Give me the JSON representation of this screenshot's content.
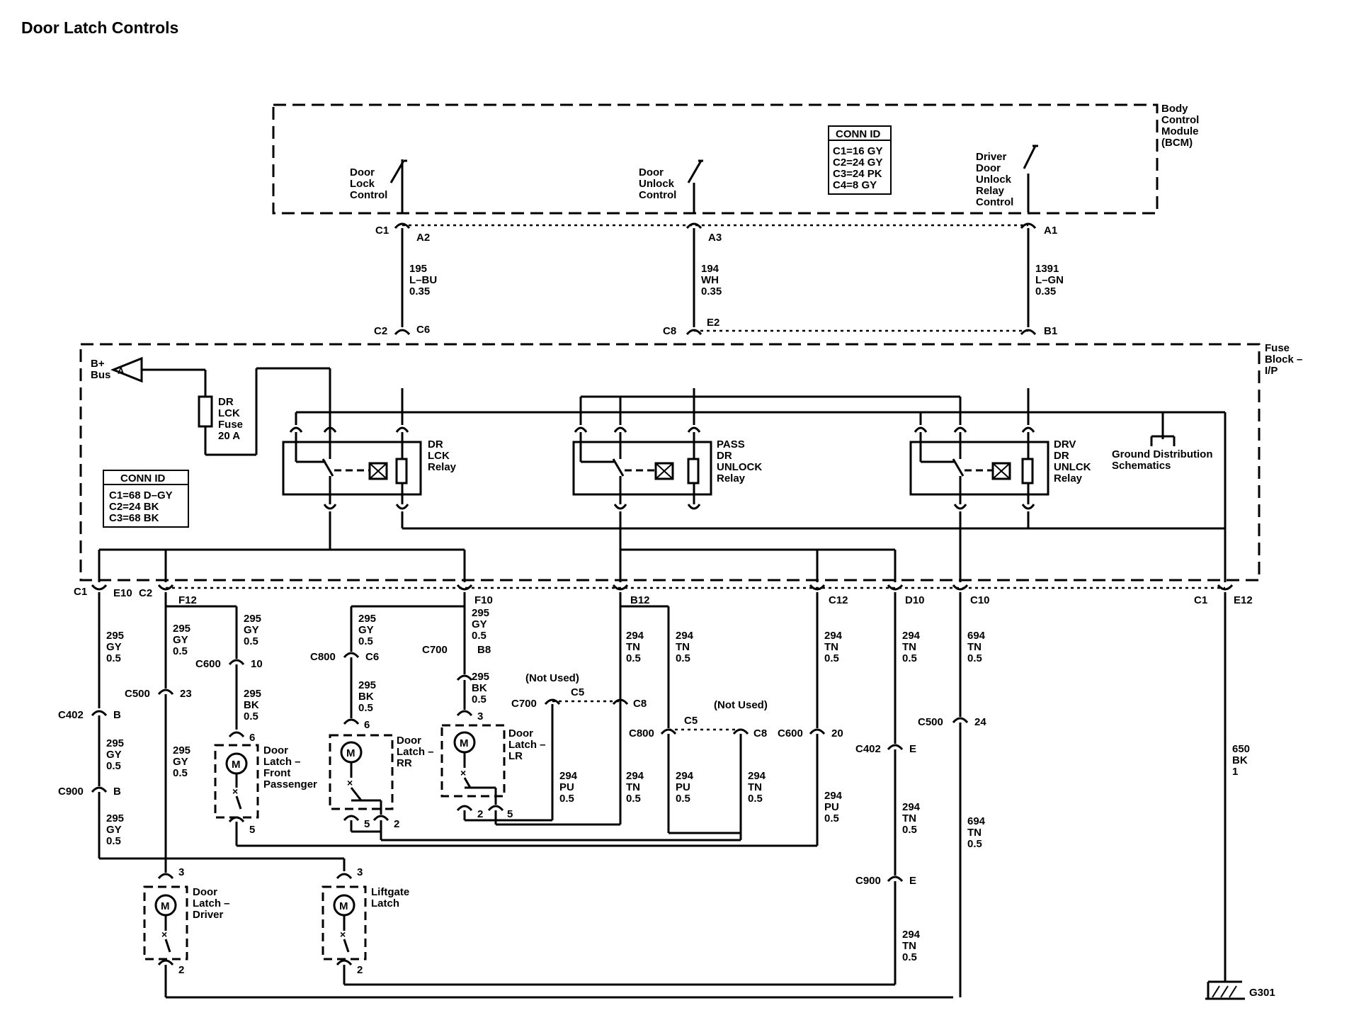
{
  "title": "Door Latch Controls",
  "bcm": {
    "label": [
      "Body",
      "Control",
      "Module",
      "(BCM)"
    ],
    "conn_id_header": "CONN ID",
    "conn_id": [
      "C1=16 GY",
      "C2=24 GY",
      "C3=24 PK",
      "C4=8 GY"
    ],
    "door_lock_control": [
      "Door",
      "Lock",
      "Control"
    ],
    "door_unlock_control": [
      "Door",
      "Unlock",
      "Control"
    ],
    "driver_unlock_relay_control": [
      "Driver",
      "Door",
      "Unlock",
      "Relay",
      "Control"
    ]
  },
  "fuse_block": {
    "label": [
      "Fuse",
      "Block –",
      "I/P"
    ],
    "conn_id_header": "CONN ID",
    "conn_id": [
      "C1=68 D–GY",
      "C2=24 BK",
      "C3=68 BK"
    ],
    "bplus_bus": [
      "B+",
      "Bus"
    ],
    "bus_tag": "A",
    "fuse": [
      "DR",
      "LCK",
      "Fuse",
      "20 A"
    ],
    "relay_lock": [
      "DR",
      "LCK",
      "Relay"
    ],
    "relay_pass": [
      "PASS",
      "DR",
      "UNLOCK",
      "Relay"
    ],
    "relay_drv": [
      "DRV",
      "DR",
      "UNLCK",
      "Relay"
    ],
    "ground_dist": [
      "Ground Distribution",
      "Schematics"
    ]
  },
  "bcm_pins": {
    "c1": "C1",
    "a2": "A2",
    "a3": "A3",
    "a1": "A1"
  },
  "wires_top": {
    "w195": [
      "195",
      "L–BU",
      "0.35"
    ],
    "w194": [
      "194",
      "WH",
      "0.35"
    ],
    "w1391": [
      "1391",
      "L–GN",
      "0.35"
    ]
  },
  "fb_top_pins": {
    "c2": "C2",
    "c6": "C6",
    "c8": "C8",
    "e2": "E2",
    "b1": "B1"
  },
  "fb_bottom_pins": {
    "c1": "C1",
    "e10": "E10",
    "c2": "C2",
    "f12": "F12",
    "f10": "F10",
    "b12": "B12",
    "c12": "C12",
    "d10": "D10",
    "c10": "C10",
    "c1b": "C1",
    "e12": "E12"
  },
  "wires": {
    "gy_a": [
      "295",
      "GY",
      "0.5"
    ],
    "gy_b": [
      "295",
      "GY",
      "0.5"
    ],
    "gy_c": [
      "295",
      "GY",
      "0.5"
    ],
    "gy_d": [
      "295",
      "GY",
      "0.5"
    ],
    "gy_e": [
      "295",
      "GY",
      "0.5"
    ],
    "gy_f": [
      "295",
      "GY",
      "0.5"
    ],
    "gy_g": [
      "295",
      "GY",
      "0.5"
    ],
    "gy_h": [
      "295",
      "GY",
      "0.5"
    ],
    "bk_a": [
      "295",
      "BK",
      "0.5"
    ],
    "bk_b": [
      "295",
      "BK",
      "0.5"
    ],
    "bk_c": [
      "295",
      "BK",
      "0.5"
    ],
    "tn_a": [
      "294",
      "TN",
      "0.5"
    ],
    "tn_b": [
      "294",
      "TN",
      "0.5"
    ],
    "tn_c": [
      "294",
      "TN",
      "0.5"
    ],
    "tn_d": [
      "294",
      "TN",
      "0.5"
    ],
    "tn_e": [
      "294",
      "TN",
      "0.5"
    ],
    "tn_f": [
      "294",
      "TN",
      "0.5"
    ],
    "tn_g": [
      "294",
      "TN",
      "0.5"
    ],
    "tn_h": [
      "294",
      "TN",
      "0.5"
    ],
    "tn694_a": [
      "694",
      "TN",
      "0.5"
    ],
    "tn694_b": [
      "694",
      "TN",
      "0.5"
    ],
    "pu_a": [
      "294",
      "PU",
      "0.5"
    ],
    "pu_b": [
      "294",
      "PU",
      "0.5"
    ],
    "pu_c": [
      "294",
      "PU",
      "0.5"
    ],
    "bk650": [
      "650",
      "BK",
      "1"
    ]
  },
  "connectors": {
    "c402_b": [
      "C402",
      "B"
    ],
    "c900_b": [
      "C900",
      "B"
    ],
    "c500_23": [
      "C500",
      "23"
    ],
    "c600_10": [
      "C600",
      "10"
    ],
    "c800_c6": [
      "C800",
      "C6"
    ],
    "c700_b8": [
      "C700",
      "B8"
    ],
    "c700_c5": [
      "C700",
      "C5"
    ],
    "c700_c8": "C8",
    "c800_c5": [
      "C800",
      "C5"
    ],
    "c800_c8": "C8",
    "c600_20": [
      "C600",
      "20"
    ],
    "c500_24": [
      "C500",
      "24"
    ],
    "c402_e": [
      "C402",
      "E"
    ],
    "c900_e": [
      "C900",
      "E"
    ],
    "not_used_1": "(Not Used)",
    "not_used_2": "(Not Used)"
  },
  "pins": {
    "p6_fp": "6",
    "p5_fp": "5",
    "p6_rr": "6",
    "p5_rr": "5",
    "p2_rr": "2",
    "p3_lr": "3",
    "p2_lr": "2",
    "p5_lr": "5",
    "p3_dr": "3",
    "p2_dr": "2",
    "p3_lg": "3",
    "p2_lg": "2"
  },
  "components": {
    "latch_front_pass": [
      "Door",
      "Latch –",
      "Front",
      "Passenger"
    ],
    "latch_rr": [
      "Door",
      "Latch –",
      "RR"
    ],
    "latch_lr": [
      "Door",
      "Latch –",
      "LR"
    ],
    "latch_driver": [
      "Door",
      "Latch –",
      "Driver"
    ],
    "liftgate": [
      "Liftgate",
      "Latch"
    ],
    "motor": "M",
    "ground": "G301"
  }
}
